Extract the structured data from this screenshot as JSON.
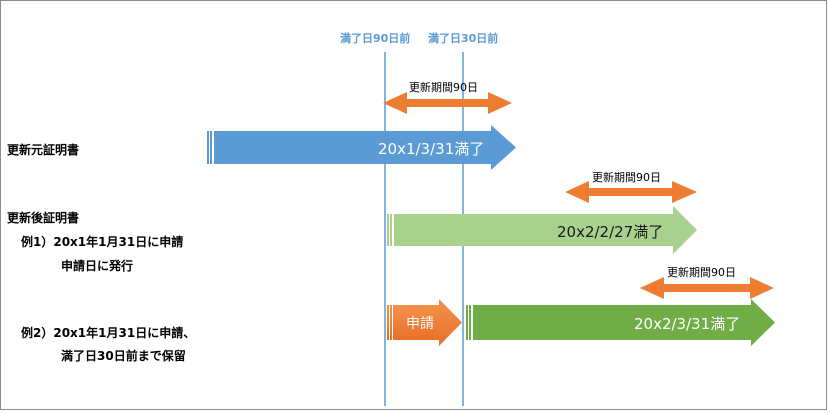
{
  "markers": [
    {
      "label": "満了日90日前"
    },
    {
      "label": "満了日30日前"
    }
  ],
  "rows": {
    "original": {
      "title": "更新元証明書",
      "bar_label": "20x1/3/31満了",
      "period_label": "更新期間90日"
    },
    "renewed": {
      "title": "更新後証明書",
      "example1": {
        "line1": "例1）20x1年1月31日に申請",
        "line2": "申請日に発行",
        "bar_label": "20x2/2/27満了",
        "period_label": "更新期間90日"
      },
      "example2": {
        "line1": "例2）20x1年1月31日に申請、",
        "line2": "満了日30日前まで保留",
        "pending_label": "申請",
        "bar_label": "20x2/3/31満了",
        "period_label": "更新期間90日"
      }
    }
  },
  "colors": {
    "marker_line": "#5b9bd5",
    "original_bar": "#5b9bd5",
    "example1_bar": "#a9d18e",
    "example2_bar": "#70ad47",
    "pending_bar": "#ed7d31",
    "period_arrow": "#ed7d31"
  }
}
